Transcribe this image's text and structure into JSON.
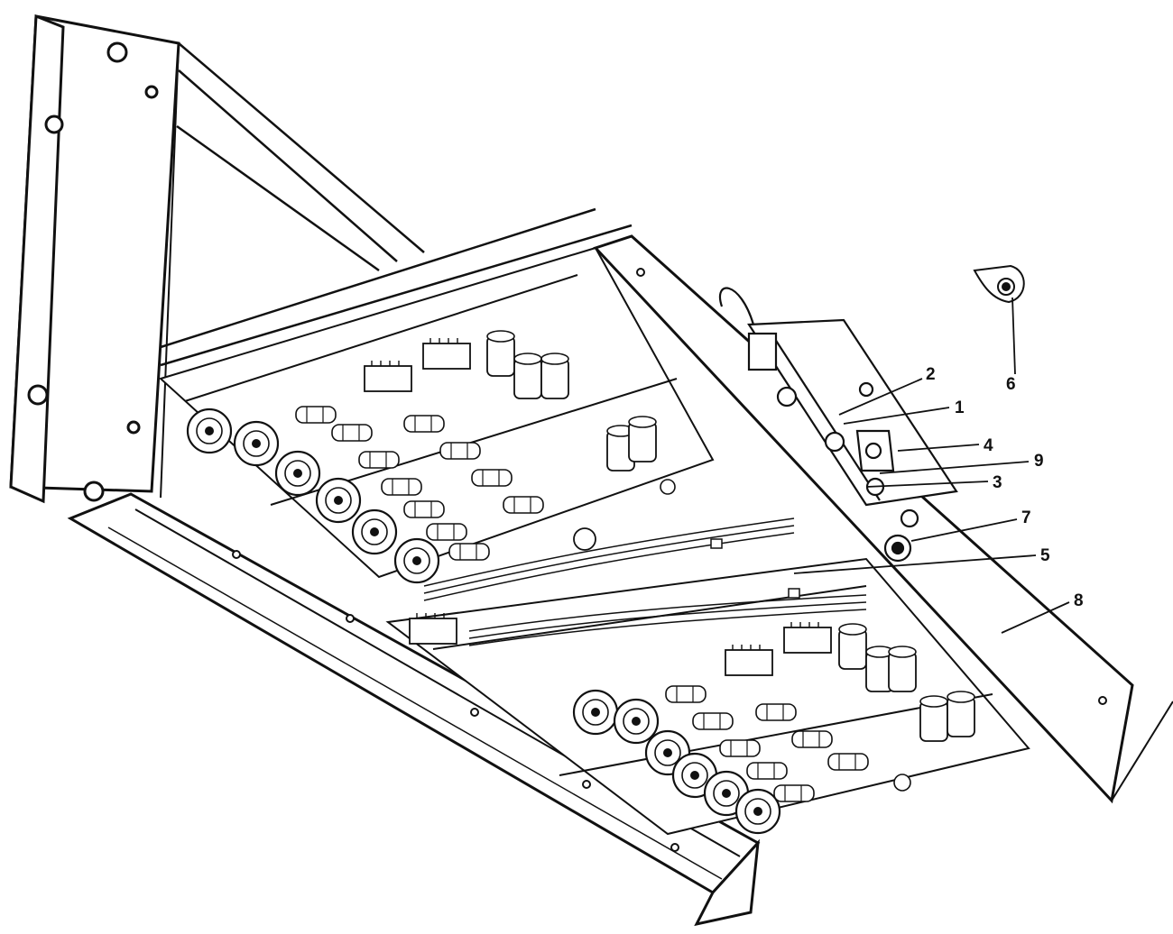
{
  "figure": {
    "callouts": [
      {
        "id": "c1",
        "label": "1"
      },
      {
        "id": "c2",
        "label": "2"
      },
      {
        "id": "c3",
        "label": "3"
      },
      {
        "id": "c4",
        "label": "4"
      },
      {
        "id": "c5",
        "label": "5"
      },
      {
        "id": "c6",
        "label": "6"
      },
      {
        "id": "c7",
        "label": "7"
      },
      {
        "id": "c8",
        "label": "8"
      },
      {
        "id": "c9",
        "label": "9"
      }
    ],
    "line_color": "#111111",
    "background": "#ffffff"
  }
}
